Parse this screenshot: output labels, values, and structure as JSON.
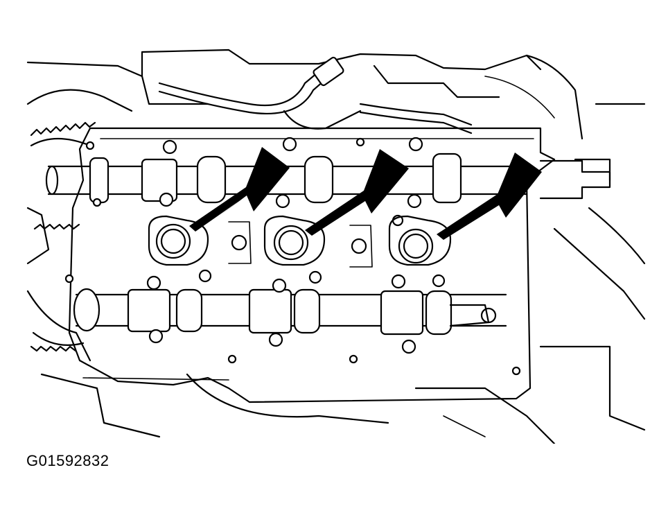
{
  "figure_id": "G01592832",
  "colors": {
    "line": "#000000",
    "background": "#ffffff"
  },
  "callouts": [
    {
      "name": "arrow-left-seal"
    },
    {
      "name": "arrow-middle-seal"
    },
    {
      "name": "arrow-right-seal"
    }
  ]
}
